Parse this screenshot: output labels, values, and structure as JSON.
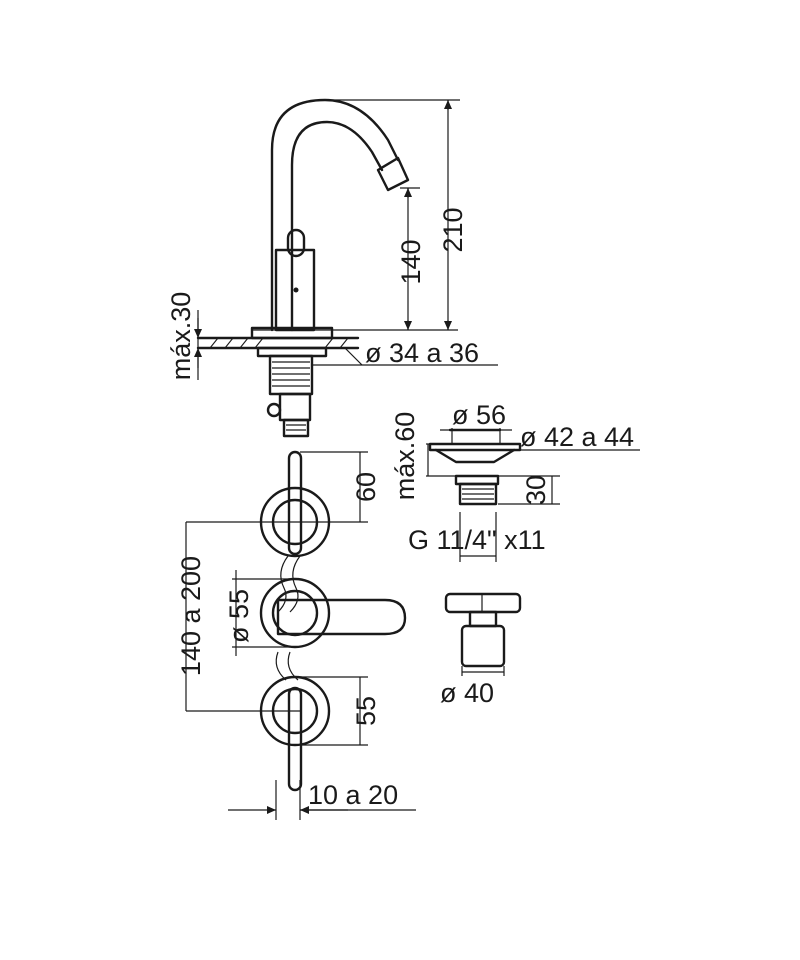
{
  "dimensions": {
    "total_height": "210",
    "spout_height": "140",
    "max_deck": "máx.30",
    "hole_diameter": "ø 34 a 36",
    "drain_flange": "ø 56",
    "drain_hole": "ø 42 a 44",
    "drain_max": "máx.60",
    "drain_thread_len": "30",
    "drain_thread": "G 11/4\" x11",
    "handle_projection_top": "60",
    "handle_spacing": "140 a 200",
    "escutcheon_diameter": "ø 55",
    "handle_projection_bottom": "55",
    "handle_wall_offset": "10 a 20",
    "handle_diameter": "ø 40"
  }
}
